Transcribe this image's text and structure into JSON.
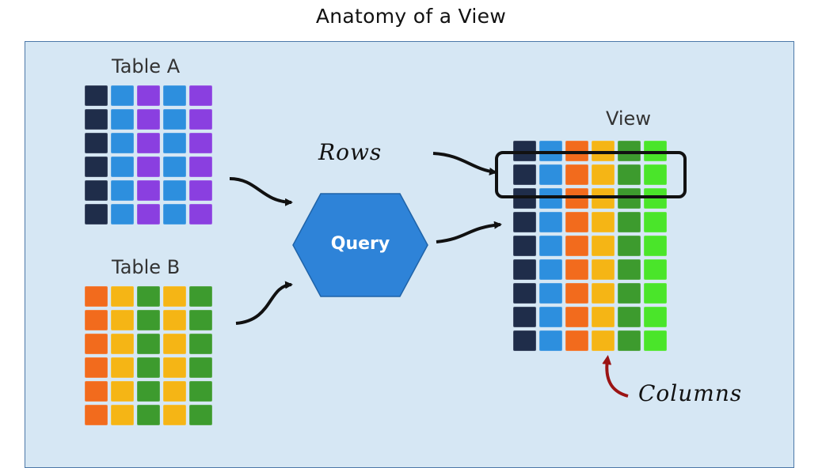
{
  "title": "Anatomy of a View",
  "table_a": {
    "label": "Table A",
    "rows": 6,
    "column_colors": [
      "#1f2d4a",
      "#2d8fde",
      "#8a3fe0",
      "#2d8fde",
      "#8a3fe0"
    ]
  },
  "table_b": {
    "label": "Table B",
    "rows": 6,
    "column_colors": [
      "#f26b1d",
      "#f5b515",
      "#3d9b2e",
      "#f5b515",
      "#3d9b2e"
    ]
  },
  "query": {
    "label": "Query",
    "color": "#2e83d8"
  },
  "view": {
    "label": "View",
    "rows": 9,
    "column_colors": [
      "#1f2d4a",
      "#2d8fde",
      "#f26b1d",
      "#f5b515",
      "#3d9b2e",
      "#4ae52a"
    ]
  },
  "rows_label": "Rows",
  "columns_label": "Columns",
  "colors": {
    "panel": "#d6e7f4",
    "panel_border": "#4c78a8",
    "arrow": "#111111",
    "columns_arrow": "#9b1414"
  }
}
